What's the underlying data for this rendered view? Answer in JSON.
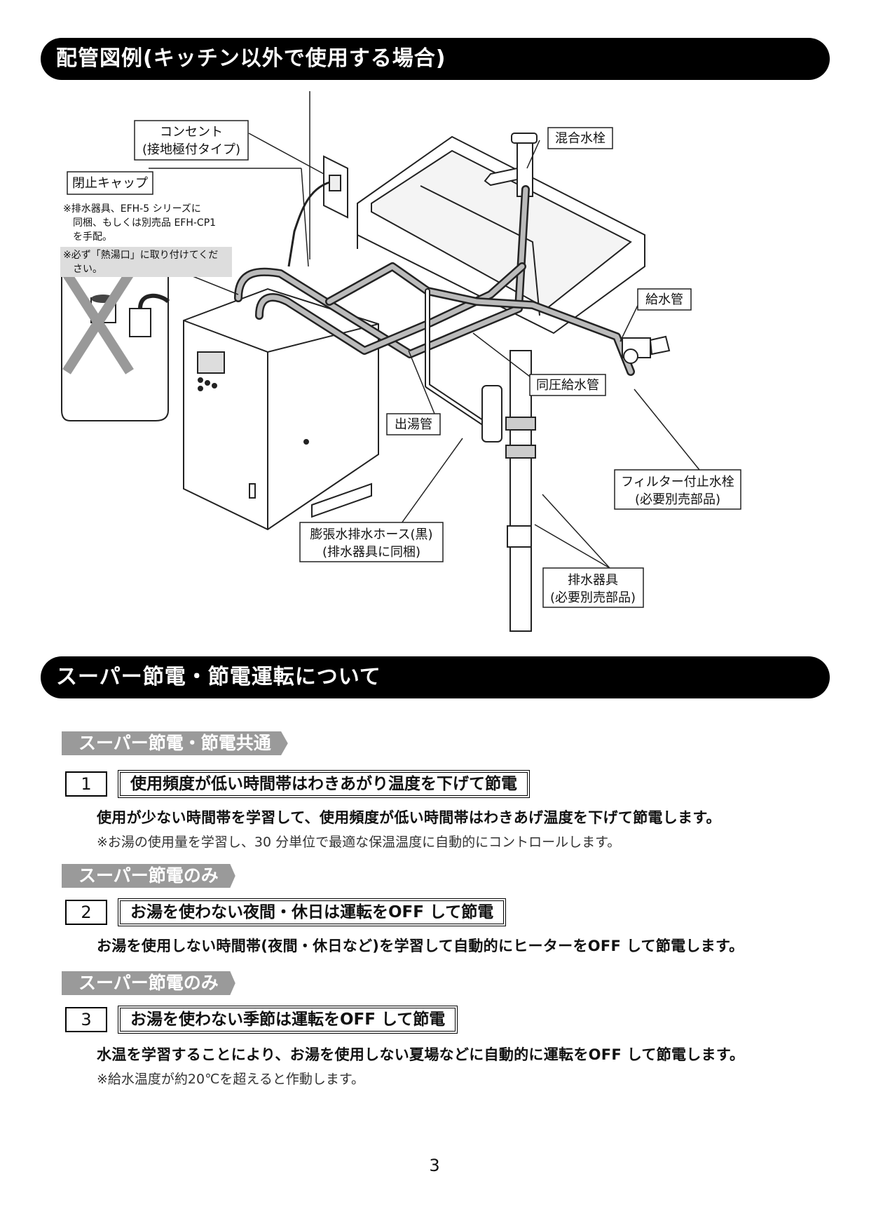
{
  "section1": {
    "heading": "配管図例(キッチン以外で使用する場合)",
    "labels": {
      "outlet_line1": "コンセント",
      "outlet_line2": "(接地極付タイプ)",
      "cap": "閉止キャップ",
      "cap_note_1": "※排水器具、EFH-5 シリーズに",
      "cap_note_2": "同梱、もしくは別売品 EFH-CP1",
      "cap_note_3": "を手配。",
      "cap_note_4": "※必ず「熱湯口」に取り付けてくだ",
      "cap_note_5": "さい。",
      "faucet": "混合水栓",
      "water_supply_pipe": "給水管",
      "equal_pressure_pipe": "同圧給水管",
      "hot_water_pipe": "出湯管",
      "filter_valve_line1": "フィルター付止水栓",
      "filter_valve_line2": "(必要別売部品)",
      "drain_hose_line1": "膨張水排水ホース(黒)",
      "drain_hose_line2": "(排水器具に同梱)",
      "drain_fitting_line1": "排水器具",
      "drain_fitting_line2": "(必要別売部品)"
    }
  },
  "section2": {
    "heading": "スーパー節電・節電運転について",
    "items": [
      {
        "tag": "スーパー節電・節電共通",
        "number": "1",
        "title": "使用頻度が低い時間帯はわきあがり温度を下げて節電",
        "description": "使用が少ない時間帯を学習して、使用頻度が低い時間帯はわきあげ温度を下げて節電します。",
        "note": "※お湯の使用量を学習し、30 分単位で最適な保温温度に自動的にコントロールします。"
      },
      {
        "tag": "スーパー節電のみ",
        "number": "2",
        "title": "お湯を使わない夜間・休日は運転をOFF して節電",
        "description": "お湯を使用しない時間帯(夜間・休日など)を学習して自動的にヒーターをOFF して節電します。",
        "note": ""
      },
      {
        "tag": "スーパー節電のみ",
        "number": "3",
        "title": "お湯を使わない季節は運転をOFF して節電",
        "description": "水温を学習することにより、お湯を使用しない夏場などに自動的に運転をOFF して節電します。",
        "note": "※給水温度が約20℃を超えると作動します。"
      }
    ]
  },
  "page_number": "3"
}
